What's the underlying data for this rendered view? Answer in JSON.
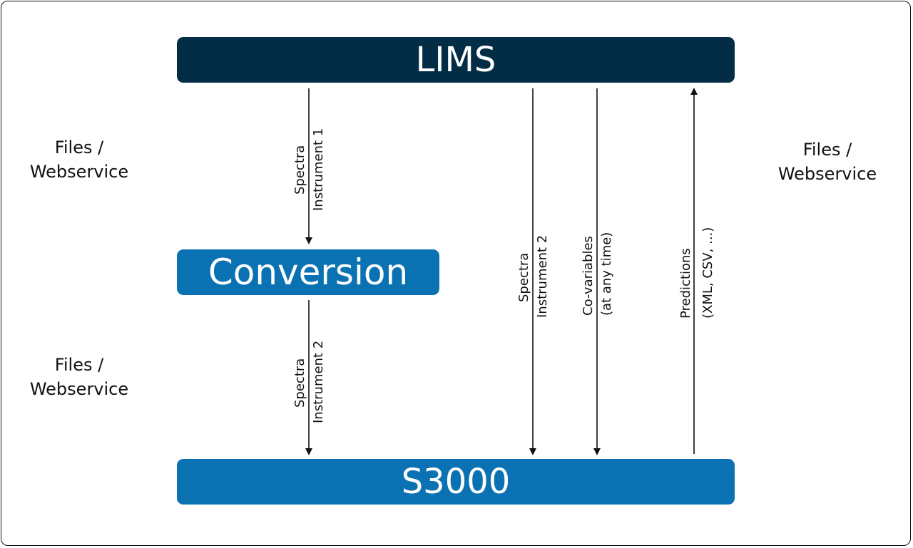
{
  "boxes": {
    "lims": "LIMS",
    "conversion": "Conversion",
    "s3000": "S3000"
  },
  "side_labels": {
    "left_top": [
      "Files /",
      "Webservice"
    ],
    "left_bottom": [
      "Files /",
      "Webservice"
    ],
    "right": [
      "Files /",
      "Webservice"
    ]
  },
  "arrows": {
    "lims_to_conversion": [
      "Spectra",
      "Instrument 1"
    ],
    "conversion_to_s3000": [
      "Spectra",
      "Instrument 2"
    ],
    "lims_to_s3000_spectra": [
      "Spectra",
      "Instrument 2"
    ],
    "lims_to_s3000_covariables": [
      "Co-variables",
      "(at any time)"
    ],
    "s3000_to_lims_predictions": [
      "Predictions",
      "(XML, CSV, ...)"
    ]
  },
  "colors": {
    "lims_box": "#022d45",
    "process_box": "#0a72b3",
    "text_on_box": "#ffffff",
    "lines": "#111111"
  }
}
